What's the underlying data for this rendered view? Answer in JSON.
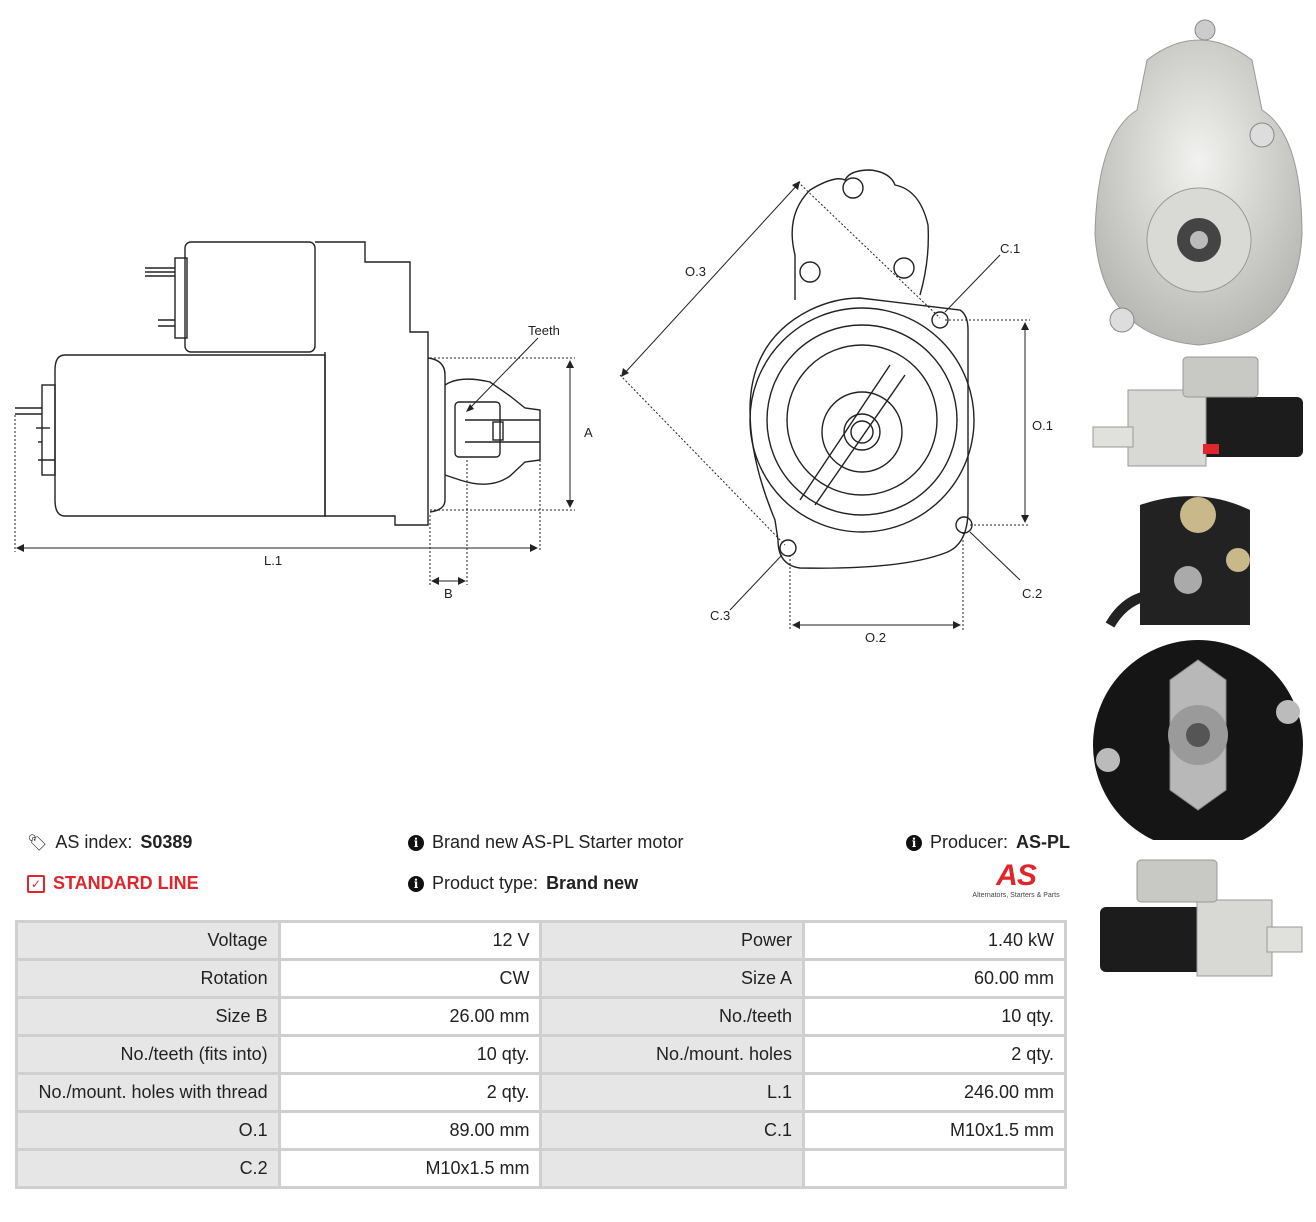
{
  "drawing_labels": {
    "teeth": "Teeth",
    "a": "A",
    "b": "B",
    "l1": "L.1",
    "o1": "O.1",
    "o2": "O.2",
    "o3": "O.3",
    "c1": "C.1",
    "c2": "C.2",
    "c3": "C.3"
  },
  "info": {
    "as_index_label": "AS index:",
    "as_index_value": "S0389",
    "standard_line": "STANDARD LINE",
    "brand_text": "Brand new AS-PL Starter motor",
    "product_type_label": "Product type:",
    "product_type_value": "Brand new",
    "producer_label": "Producer:",
    "producer_value": "AS-PL",
    "logo_tagline": "Alternators, Starters & Parts",
    "logo_text": "AS"
  },
  "specs": [
    [
      "Voltage",
      "12 V",
      "Power",
      "1.40 kW"
    ],
    [
      "Rotation",
      "CW",
      "Size A",
      "60.00 mm"
    ],
    [
      "Size B",
      "26.00 mm",
      "No./teeth",
      "10 qty."
    ],
    [
      "No./teeth (fits into)",
      "10 qty.",
      "No./mount. holes",
      "2 qty."
    ],
    [
      "No./mount. holes with thread",
      "2 qty.",
      "L.1",
      "246.00 mm"
    ],
    [
      "O.1",
      "89.00 mm",
      "C.1",
      "M10x1.5 mm"
    ],
    [
      "C.2",
      "M10x1.5 mm",
      "",
      ""
    ]
  ],
  "colors": {
    "accent_red": "#e0262d",
    "table_border": "#cfcfcf",
    "key_bg": "#e6e6e6"
  }
}
